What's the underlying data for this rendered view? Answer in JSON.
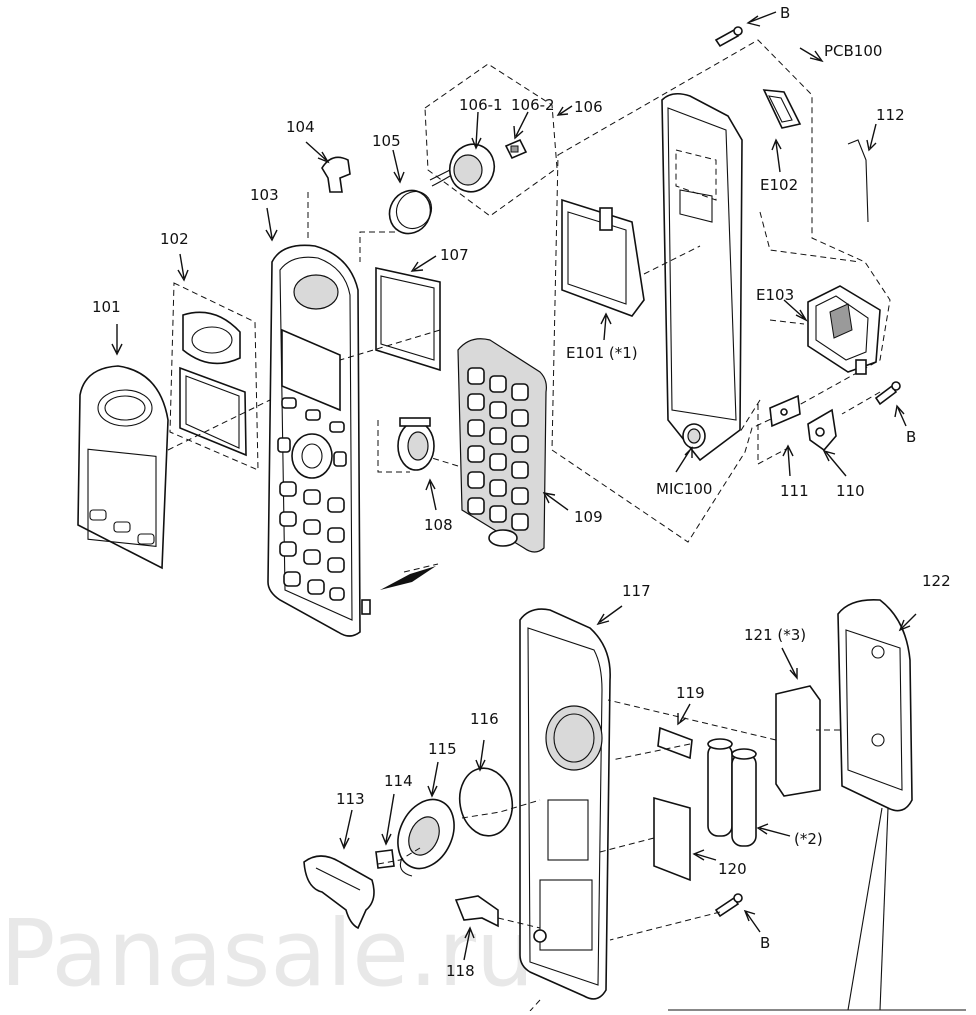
{
  "watermark": "Panasale.ru",
  "labels": {
    "l101": "101",
    "l102": "102",
    "l103": "103",
    "l104": "104",
    "l105": "105",
    "l106": "106",
    "l106_1": "106-1",
    "l106_2": "106-2",
    "l107": "107",
    "l108": "108",
    "l109": "109",
    "l110": "110",
    "l111": "111",
    "l112": "112",
    "l113": "113",
    "l114": "114",
    "l115": "115",
    "l116": "116",
    "l117": "117",
    "l118": "118",
    "l119": "119",
    "l120": "120",
    "l121": "121 (*3)",
    "l122": "122",
    "lpcb": "PCB100",
    "le101": "E101 (*1)",
    "le102": "E102",
    "le103": "E103",
    "lmic": "MIC100",
    "lb1": "B",
    "lb2": "B",
    "lb3": "B",
    "lstar2": "(*2)"
  }
}
